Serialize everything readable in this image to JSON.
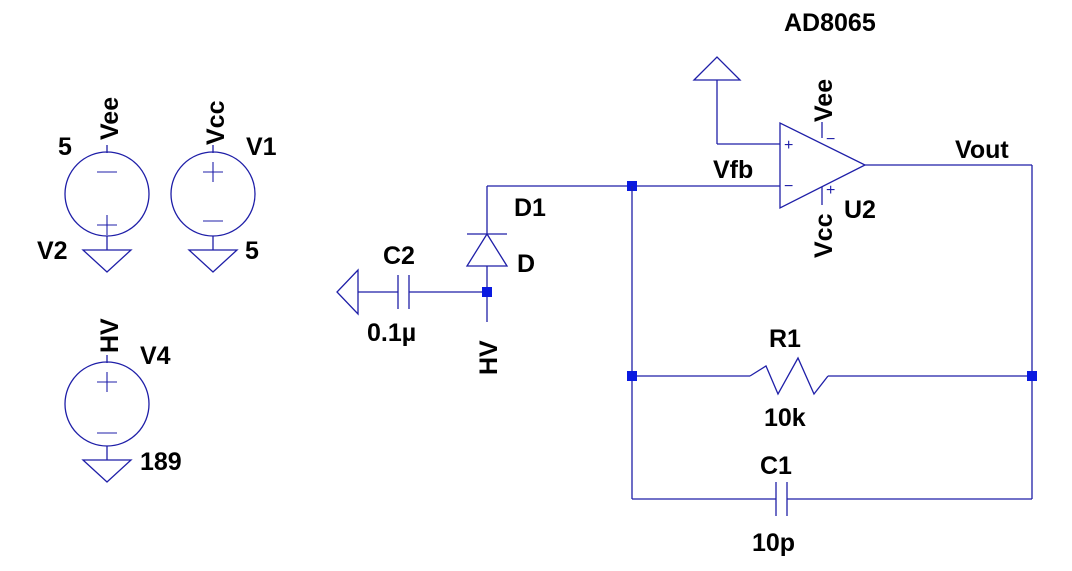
{
  "schematic": {
    "opamp": {
      "model": "AD8065",
      "ref": "U2",
      "plus_pin": "+",
      "minus_pin": "−",
      "vplus_pin": "+",
      "vminus_pin": "−"
    },
    "nets": {
      "vout": "Vout",
      "vfb": "Vfb",
      "vee_top": "Vee",
      "vcc_bottom": "Vcc",
      "vee_src": "Vee",
      "vcc_src": "Vcc",
      "hv_src": "HV",
      "hv_c2": "HV"
    },
    "sources": {
      "v2": {
        "ref": "V2",
        "value": "5"
      },
      "v1": {
        "ref": "V1",
        "value": "5"
      },
      "v4": {
        "ref": "V4",
        "value": "189"
      }
    },
    "diode": {
      "ref": "D1",
      "model": "D"
    },
    "c2": {
      "ref": "C2",
      "value": "0.1µ"
    },
    "r1": {
      "ref": "R1",
      "value": "10k"
    },
    "c1": {
      "ref": "C1",
      "value": "10p"
    },
    "colors": {
      "wire": "#1f1fa8",
      "junction": "#0a1ae0",
      "text": "#000000",
      "background": "#ffffff"
    }
  }
}
